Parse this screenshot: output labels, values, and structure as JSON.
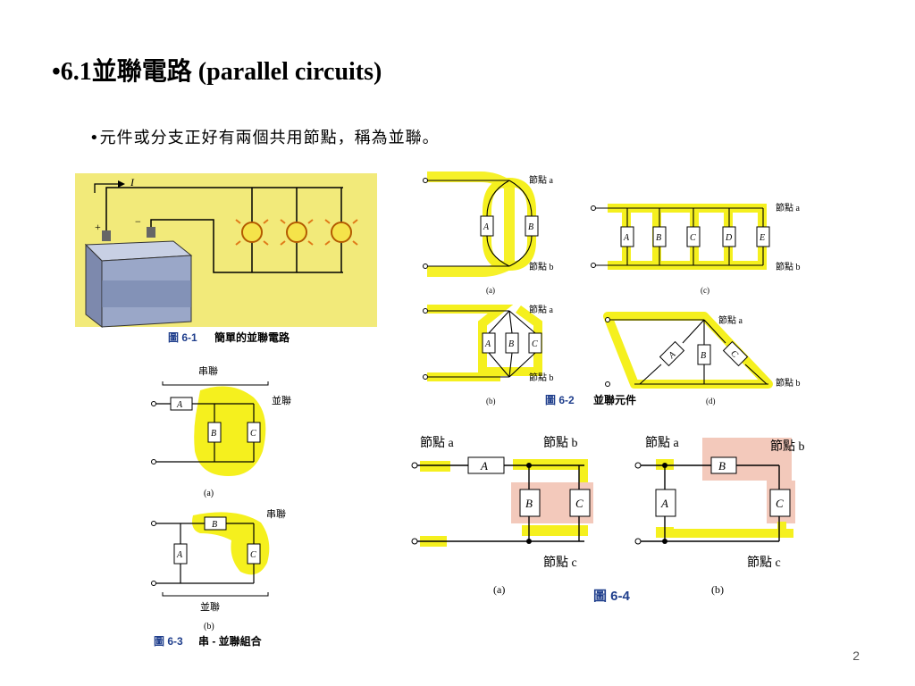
{
  "slide": {
    "title": "•6.1並聯電路 (parallel circuits)",
    "bullet": "•元件或分支正好有兩個共用節點，稱為並聯。",
    "page_number": "2"
  },
  "fig61": {
    "current_label": "I",
    "plus_label": "+",
    "minus_label": "−",
    "caption_num": "圖 6-1",
    "caption_text": "簡單的並聯電路"
  },
  "fig62": {
    "node_a": "節點 a",
    "node_b": "節點 b",
    "sub_a": "(a)",
    "sub_b": "(b)",
    "sub_c": "(c)",
    "sub_d": "(d)",
    "elements_c": [
      "A",
      "B",
      "C",
      "D",
      "E"
    ],
    "elem_a": "A",
    "elem_b": "B",
    "elem_c": "C",
    "caption_num": "圖 6-2",
    "caption_text": "並聯元件"
  },
  "fig63": {
    "series_label": "串聯",
    "parallel_label": "並聯",
    "elem_a": "A",
    "elem_b": "B",
    "elem_c": "C",
    "sub_a": "(a)",
    "sub_b": "(b)",
    "caption_num": "圖 6-3",
    "caption_text": "串 - 並聯組合"
  },
  "fig64": {
    "node_a": "節點 a",
    "node_b": "節點 b",
    "node_c": "節點 c",
    "elem_a": "A",
    "elem_b": "B",
    "elem_c": "C",
    "sub_a": "(a)",
    "sub_b": "(b)",
    "caption": "圖 6-4"
  },
  "colors": {
    "highlight_yellow": "#f5f01e",
    "highlight_pink": "#f3c9bb",
    "battery_blue": "#9aa7c8",
    "caption_blue": "#1f3e8c"
  }
}
